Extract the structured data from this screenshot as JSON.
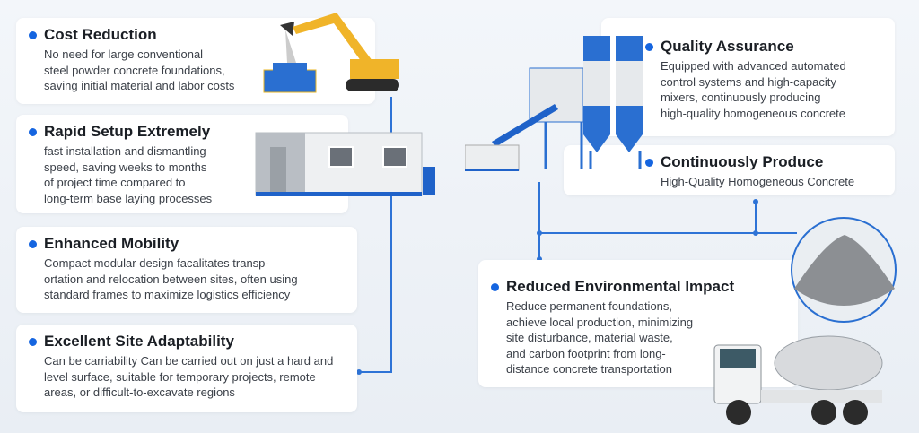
{
  "left": [
    {
      "title": "Cost Reduction",
      "body": "No need for large conventional\nsteel powder concrete foundations,\nsaving initial material and labor costs"
    },
    {
      "title": "Rapid Setup Extremely",
      "body": "fast installation and dismantling\nspeed, saving weeks to months\nof project time compared to\nlong-term base laying processes"
    },
    {
      "title": "Enhanced Mobility",
      "body": "Compact modular design facalitates transp-\nortation and relocation between sites, often using\nstandard frames to maximize logistics efficiency"
    },
    {
      "title": "Excellent Site Adaptability",
      "body": "Can be carriability Can be carried out on just a hard and\nlevel surface, suitable for temporary projects, remote\nareas, or difficult-to-excavate regions"
    }
  ],
  "right": [
    {
      "title": "Quality Assurance",
      "body": "Equipped with advanced automated\ncontrol systems and high-capacity\nmixers, continuously producing\nhigh-quality homogeneous concrete"
    },
    {
      "title": "Continuously Produce",
      "body": "High-Quality Homogeneous Concrete"
    },
    {
      "title": "Reduced Environmental Impact",
      "body": "Reduce permanent foundations,\nachieve local production, minimizing\nsite disturbance, material waste,\nand carbon footprint from long-\ndistance concrete transportation"
    }
  ],
  "colors": {
    "accent": "#1565e0",
    "connector": "#2e73d6"
  }
}
